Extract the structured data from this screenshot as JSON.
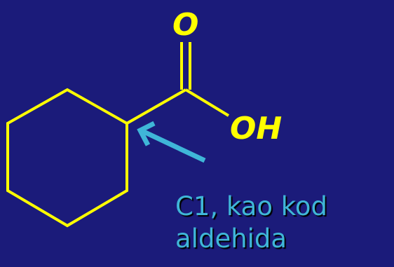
{
  "molecule": {
    "oxygen_label": "O",
    "hydroxyl_label": "OH"
  },
  "annotation": {
    "line1": "C1, kao kod",
    "line2": "aldehida"
  },
  "icons": {
    "pointer": "arrow-icon"
  },
  "colors": {
    "background": "#1b1b7a",
    "bonds": "#ffff00",
    "atom_labels": "#ffff00",
    "arrow": "#3fb6d8",
    "caption": "#3fb6d8"
  }
}
